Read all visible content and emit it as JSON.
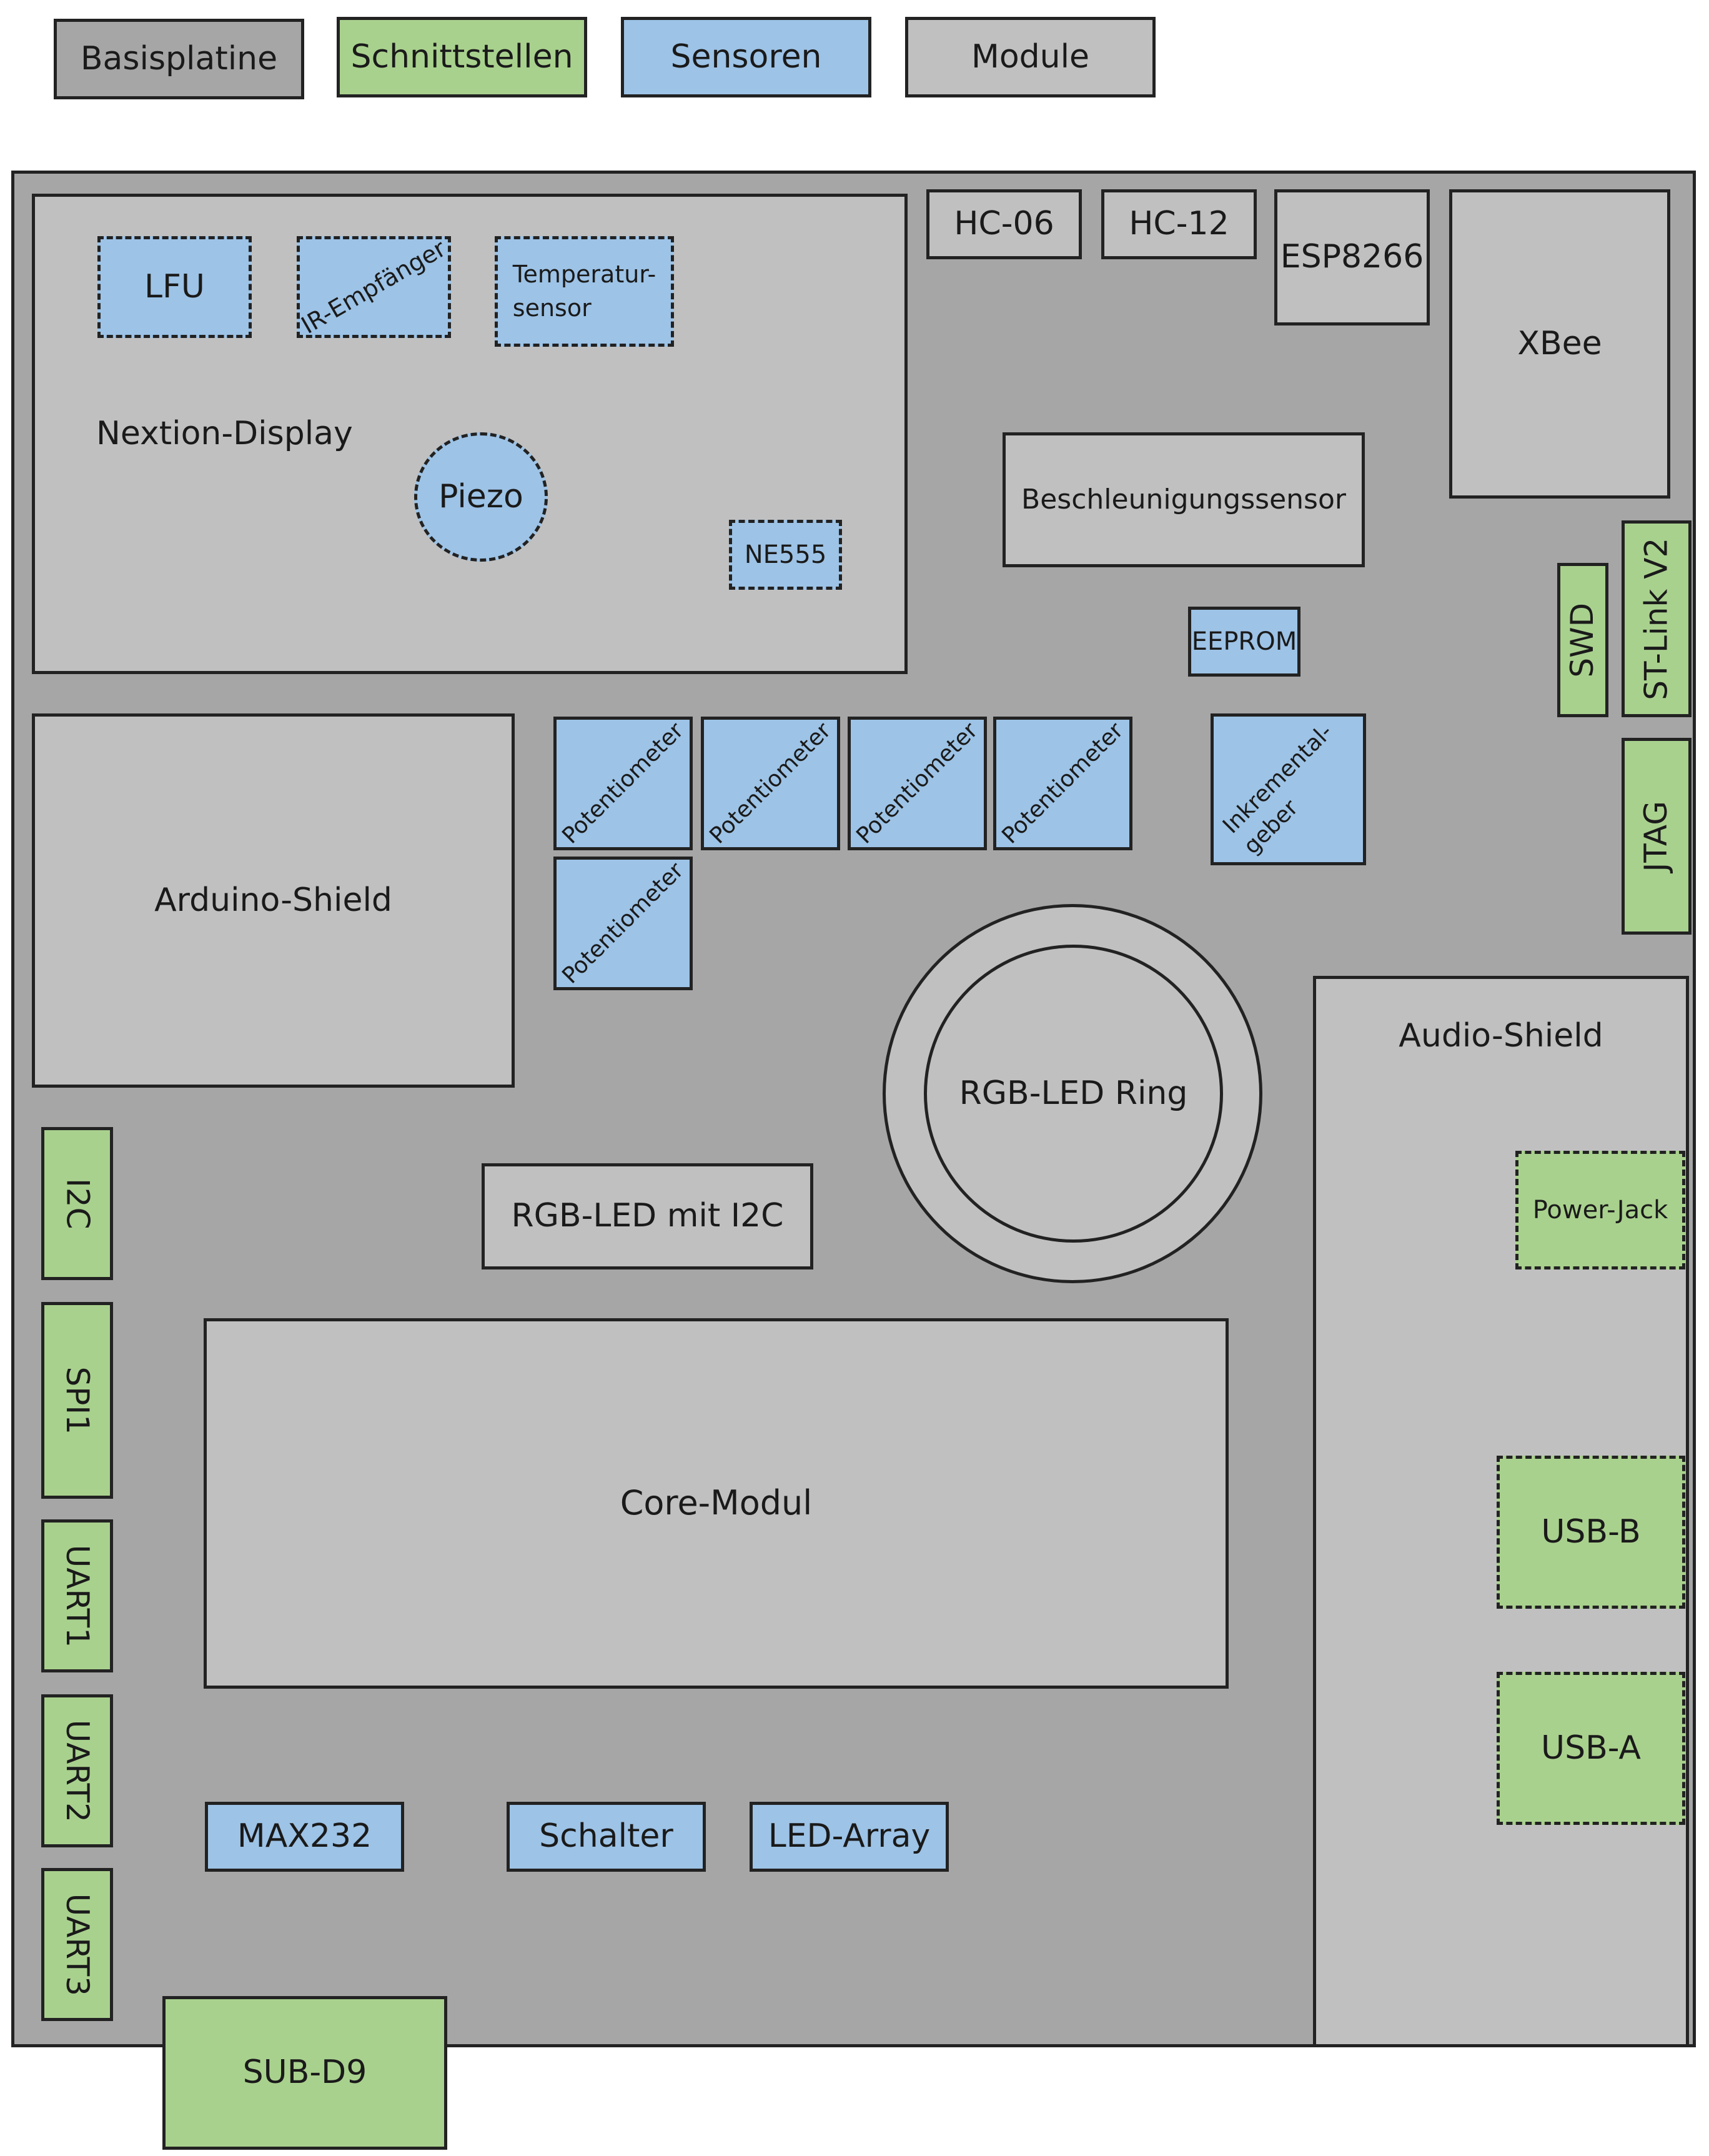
{
  "legend": {
    "basisplatine": "Basisplatine",
    "schnittstellen": "Schnittstellen",
    "sensoren": "Sensoren",
    "module": "Module"
  },
  "colors": {
    "basisplatine": "#a6a6a6",
    "schnittstellen": "#a9d18e",
    "sensoren": "#9dc3e6",
    "module": "#c0c0c0"
  },
  "labels": {
    "nextion_display": "Nextion-Display",
    "lfu": "LFU",
    "ir_empfaenger": "IR-Empfänger",
    "temperatursensor_line1": "Temperatur-",
    "temperatursensor_line2": "sensor",
    "piezo": "Piezo",
    "ne555": "NE555",
    "hc06": "HC-06",
    "hc12": "HC-12",
    "esp8266": "ESP8266",
    "xbee": "XBee",
    "beschleunigungssensor": "Beschleunigungssensor",
    "eeprom": "EEPROM",
    "swd": "SWD",
    "st_link": "ST-Link V2",
    "jtag": "JTAG",
    "arduino_shield": "Arduino-Shield",
    "potentiometer": "Potentiometer",
    "inkrementalgeber_line1": "Inkremental-",
    "inkrementalgeber_line2": "geber",
    "rgb_led_ring": "RGB-LED Ring",
    "audio_shield": "Audio-Shield",
    "power_jack": "Power-Jack",
    "usb_b": "USB-B",
    "usb_a": "USB-A",
    "i2c": "I2C",
    "spi1": "SPI1",
    "uart1": "UART1",
    "uart2": "UART2",
    "uart3": "UART3",
    "rgb_led_i2c": "RGB-LED mit I2C",
    "core_modul": "Core-Modul",
    "max232": "MAX232",
    "schalter": "Schalter",
    "led_array": "LED-Array",
    "sub_d9": "SUB-D9"
  }
}
